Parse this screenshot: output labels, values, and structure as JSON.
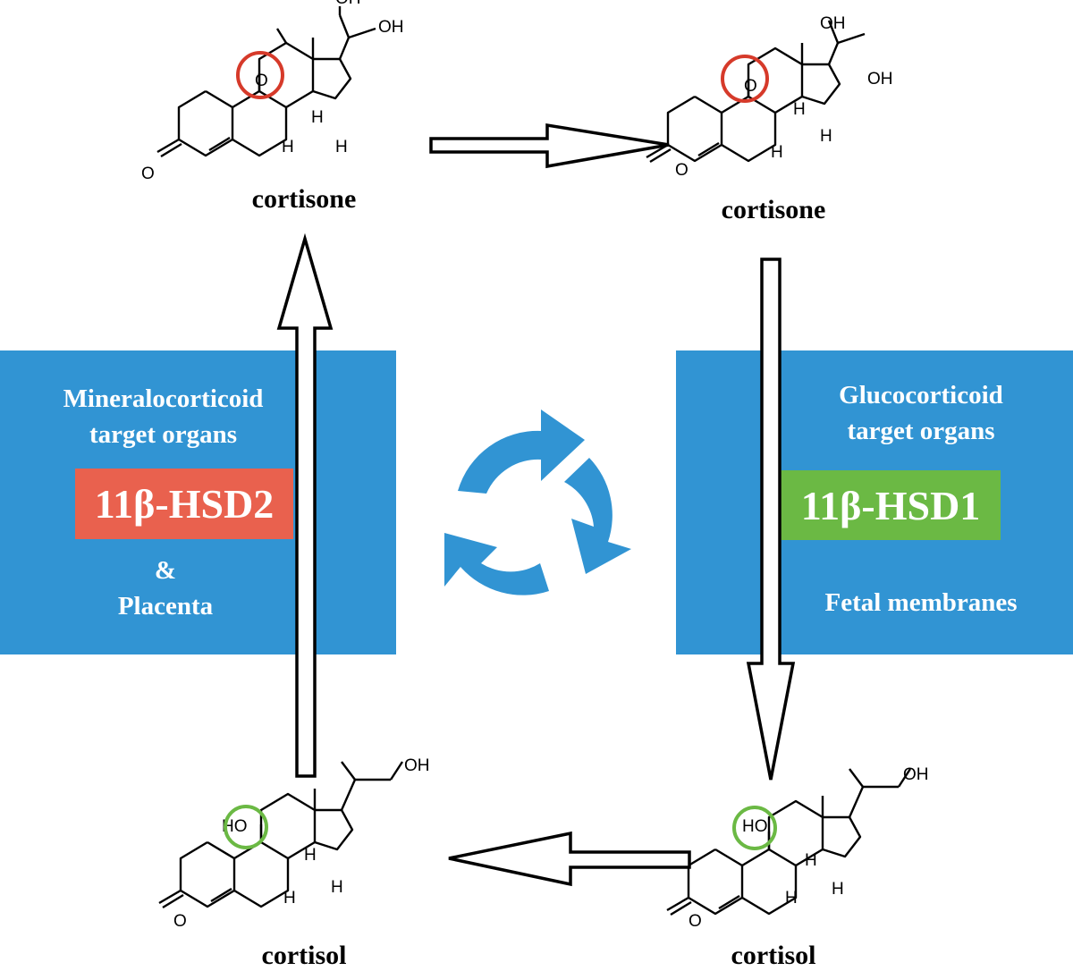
{
  "molecules": {
    "top_left": "cortisone",
    "top_right": "cortisone",
    "bottom_left": "cortisol",
    "bottom_right": "cortisol"
  },
  "atoms": {
    "oxygen": "O",
    "hydroxyl": "OH",
    "hydroxyl_left": "HO",
    "hydrogen": "H"
  },
  "left_panel": {
    "heading_line1": "Mineralocorticoid",
    "heading_line2": "target organs",
    "enzyme": "11β-HSD2",
    "ampersand": "&",
    "tissue": "Placenta"
  },
  "right_panel": {
    "heading_line1": "Glucocorticoid",
    "heading_line2": "target organs",
    "enzyme": "11β-HSD1",
    "tissue": "Fetal membranes"
  },
  "colors": {
    "panel": "#3194d3",
    "hsd2_badge": "#e9614e",
    "hsd1_badge": "#6bb944",
    "keto_marker": "#d63a2a",
    "hydroxyl_marker": "#6bb944",
    "cycle_arrows": "#3194d3"
  },
  "icons": {
    "center": "cycle-arrows-icon"
  }
}
